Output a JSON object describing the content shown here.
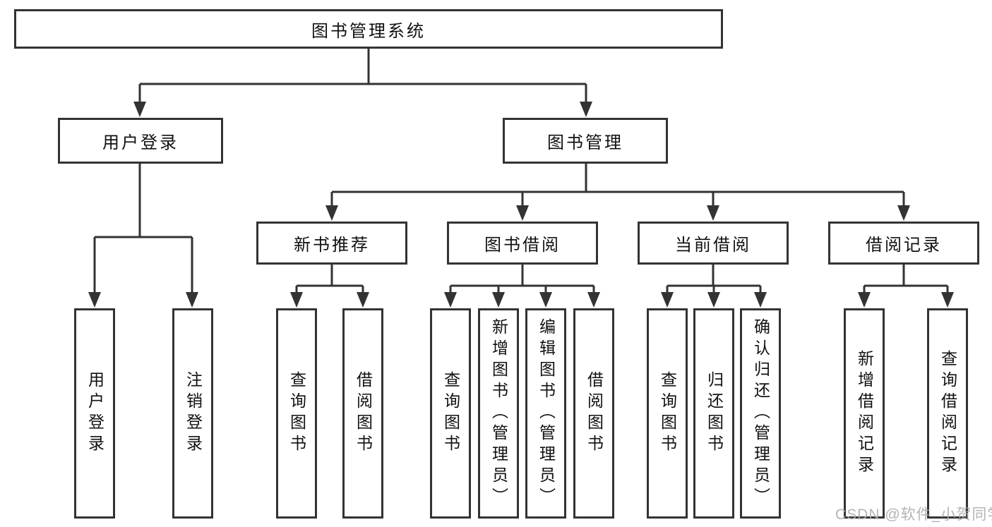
{
  "diagram": {
    "root": {
      "label": "图书管理系统"
    },
    "level2": [
      {
        "id": "user-login",
        "label": "用户登录"
      },
      {
        "id": "book-management",
        "label": "图书管理"
      }
    ],
    "level3": [
      {
        "id": "new-book-recommend",
        "parent": "图书管理",
        "label": "新书推荐"
      },
      {
        "id": "book-borrowing",
        "parent": "图书管理",
        "label": "图书借阅"
      },
      {
        "id": "current-borrowing",
        "parent": "图书管理",
        "label": "当前借阅"
      },
      {
        "id": "borrowing-records",
        "parent": "图书管理",
        "label": "借阅记录"
      }
    ],
    "leaves": [
      {
        "parent": "用户登录",
        "label": "用户登录"
      },
      {
        "parent": "用户登录",
        "label": "注销登录"
      },
      {
        "parent": "新书推荐",
        "label": "查询图书"
      },
      {
        "parent": "新书推荐",
        "label": "借阅图书"
      },
      {
        "parent": "图书借阅",
        "label": "查询图书"
      },
      {
        "parent": "图书借阅",
        "label": "新增图书（管理员）"
      },
      {
        "parent": "图书借阅",
        "label": "编辑图书（管理员）"
      },
      {
        "parent": "图书借阅",
        "label": "借阅图书"
      },
      {
        "parent": "当前借阅",
        "label": "查询图书"
      },
      {
        "parent": "当前借阅",
        "label": "归还图书"
      },
      {
        "parent": "当前借阅",
        "label": "确认归还（管理员）"
      },
      {
        "parent": "借阅记录",
        "label": "新增借阅记录"
      },
      {
        "parent": "借阅记录",
        "label": "查询借阅记录"
      }
    ]
  },
  "watermark": {
    "text": "CSDN @软件_小贺同学"
  },
  "colors": {
    "line": "#333333",
    "text": "#111111",
    "background": "#ffffff",
    "watermark": "#acacac"
  }
}
